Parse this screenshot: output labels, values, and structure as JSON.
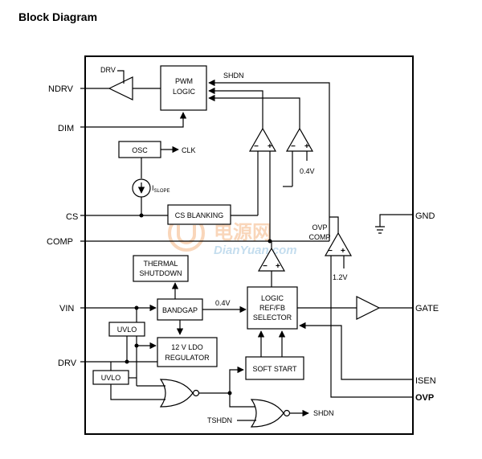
{
  "title": "Block Diagram",
  "pins": {
    "ndrv": "NDRV",
    "dim": "DIM",
    "cs": "CS",
    "comp": "COMP",
    "vin": "VIN",
    "drv": "DRV",
    "gnd": "GND",
    "gate": "GATE",
    "isen": "ISEN",
    "ovp": "OVP"
  },
  "blocks": {
    "pwm_logic": [
      "PWM",
      "LOGIC"
    ],
    "osc": "OSC",
    "cs_blanking": "CS BLANKING",
    "thermal_shutdown": [
      "THERMAL",
      "SHUTDOWN"
    ],
    "bandgap": "BANDGAP",
    "ldo": [
      "12 V LDO",
      "REGULATOR"
    ],
    "logic_selector": [
      "LOGIC",
      "REF/FB",
      "SELECTOR"
    ],
    "soft_start": "SOFT START",
    "uvlo_1": "UVLO",
    "uvlo_2": "UVLO"
  },
  "labels": {
    "drv_small": "DRV",
    "shdn_top": "SHDN",
    "clk": "CLK",
    "i_slope_main": "I",
    "i_slope_sub": "SLOPE",
    "v_04_comp": "0.4V",
    "v_04_bandgap": "0.4V",
    "ovp_comp": [
      "OVP",
      "COMP"
    ],
    "v_12": "1.2V",
    "tshdn": "TSHDN",
    "shdn_out": "SHDN",
    "minus": "−",
    "plus": "+"
  },
  "watermark": {
    "cn": "电源网",
    "en": "DianYuan.com"
  }
}
